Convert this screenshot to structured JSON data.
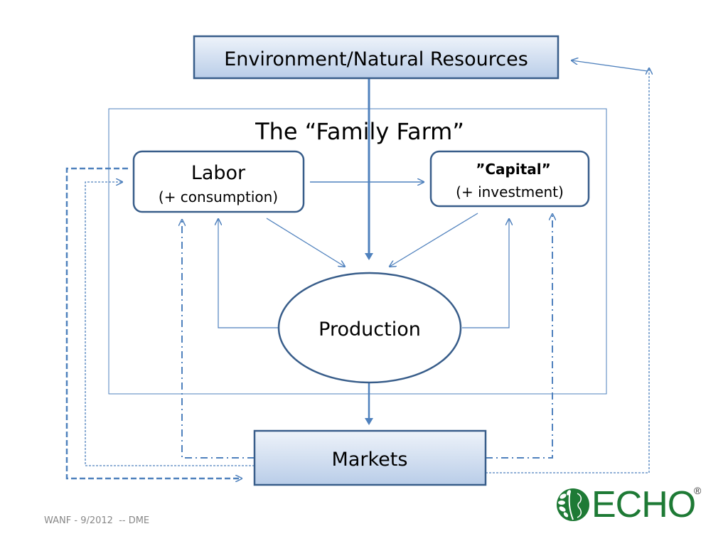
{
  "diagram": {
    "environment": "Environment/Natural Resources",
    "farm_title": "The “Family Farm”",
    "labor": {
      "title": "Labor",
      "subtitle": "(+ consumption)"
    },
    "capital": {
      "title": "”Capital”",
      "subtitle": "(+ investment)"
    },
    "production": "Production",
    "markets": "Markets"
  },
  "footer": "WANF - 9/2012  -- DME",
  "logo": {
    "text": "ECHO",
    "registered": "®"
  },
  "colors": {
    "line": "#4f81bd",
    "border": "#385d8a",
    "logo_green": "#1e7a35"
  }
}
